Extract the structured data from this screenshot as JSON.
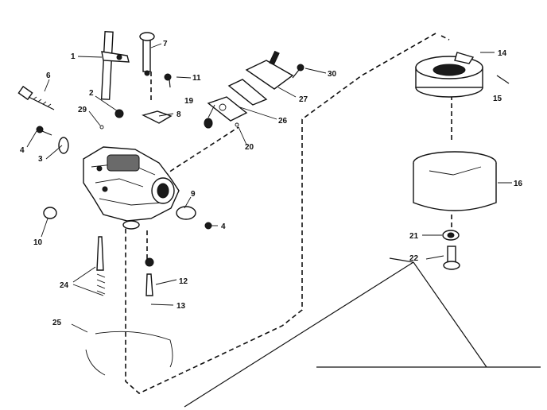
{
  "callouts": {
    "c1": "1",
    "c2": "2",
    "c3": "3",
    "c4a": "4",
    "c4b": "4",
    "c6": "6",
    "c7": "7",
    "c8": "8",
    "c9": "9",
    "c10": "10",
    "c11": "11",
    "c12": "12",
    "c13": "13",
    "c14": "14",
    "c15": "15",
    "c16": "16",
    "c19": "19",
    "c20": "20",
    "c21": "21",
    "c22": "22",
    "c24": "24",
    "c25": "25",
    "c26": "26",
    "c27": "27",
    "c29": "29",
    "c30": "30"
  }
}
